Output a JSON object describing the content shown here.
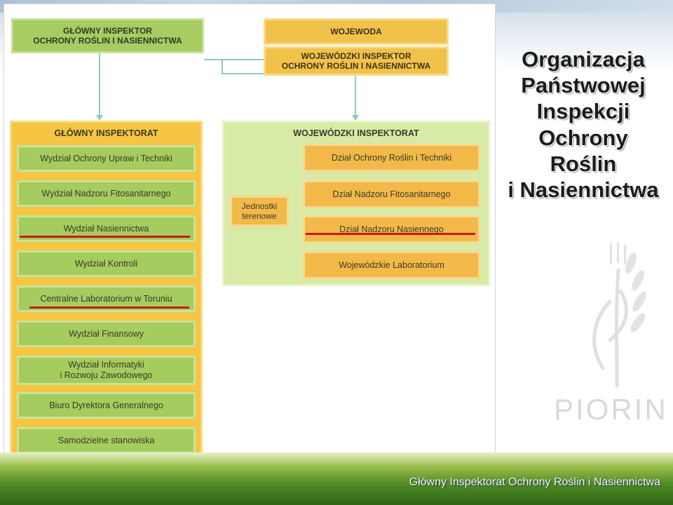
{
  "heading": {
    "lines": [
      "Organizacja",
      "Państwowej",
      "Inspekcji",
      "Ochrony",
      "Roślin",
      "i Nasiennictwa"
    ]
  },
  "top": {
    "glowny_inspektor": "GŁÓWNY INSPEKTOR\nOCHRONY ROŚLIN I NASIENNICTWA",
    "wojewoda": "WOJEWODA",
    "wojewodzki_inspektor": "WOJEWÓDZKI INSPEKTOR\nOCHRONY ROŚLIN I NASIENNICTWA"
  },
  "glowny_inspektorat": {
    "title": "GŁÓWNY INSPEKTORAT",
    "items": [
      "Wydział Ochrony Upraw i Techniki",
      "Wydział Nadzoru Fitosanitarnego",
      "Wydział Nasiennictwa",
      "Wydział Kontroli",
      "Centralne Laboratorium w Toruniu",
      "Wydział Finansowy",
      "Wydział Informatyki\ni Rozwoju Zawodowego",
      "Biuro Dyrektora Generalnego",
      "Samodzielne stanowiska"
    ]
  },
  "wojewodzki_inspektorat": {
    "title": "WOJEWÓDZKI INSPEKTORAT",
    "jednostki": "Jednostki\nterenowe",
    "items": [
      "Dział Ochrony Roślin i Techniki",
      "Dział Nadzoru Fitosanitarnego",
      "Dział Nadzoru Nasiennego",
      "Wojewódzkie Laboratorium"
    ]
  },
  "logo": {
    "text": "PIORIN"
  },
  "footer": {
    "text": "Główny Inspektorat Ochrony Roślin i Nasiennictwa"
  },
  "colors": {
    "highlight_underline": "#c8191e",
    "connector": "#8fc9c2"
  }
}
